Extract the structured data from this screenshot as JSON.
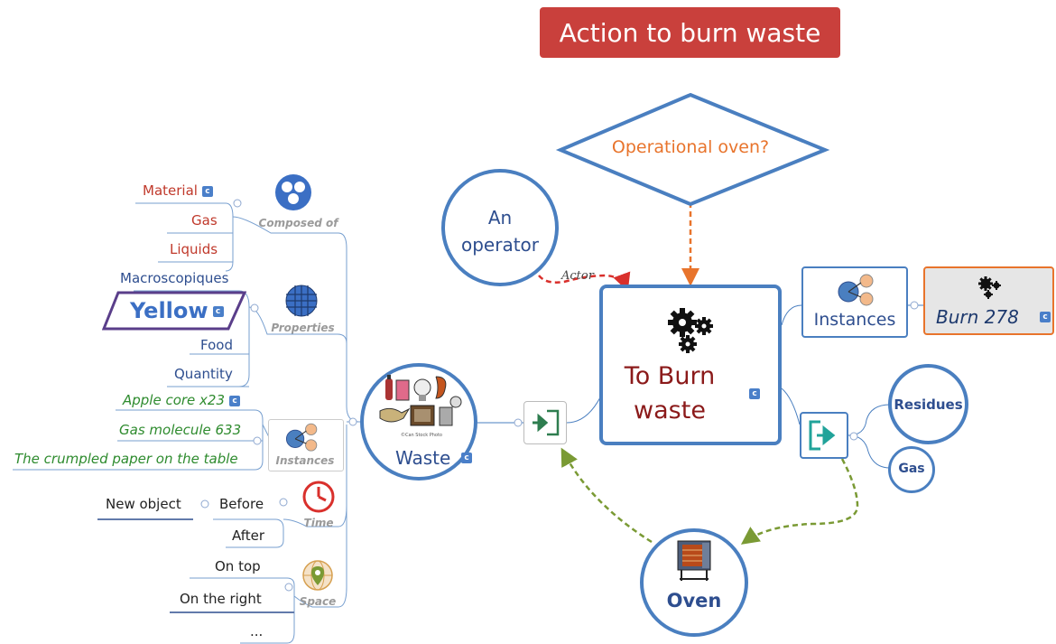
{
  "title": "Action to burn waste",
  "decision": "Operational oven?",
  "operator": {
    "line1": "An",
    "line2": "operator"
  },
  "actor_label": "Actor",
  "process": {
    "line1": "To Burn",
    "line2": "waste"
  },
  "instances_label": "Instances",
  "burn_instance": "Burn 278",
  "outputs": [
    "Residues",
    "Gas"
  ],
  "oven": "Oven",
  "waste": "Waste",
  "badge": "c",
  "photo_credit": "©Can Stock Photo",
  "categories": {
    "composed_of": "Composed of",
    "properties": "Properties",
    "instances": "Instances",
    "time": "Time",
    "space": "Space"
  },
  "composed_of_items": [
    "Material",
    "Gas",
    "Liquids"
  ],
  "properties_items": [
    "Macroscopiques",
    "Yellow",
    "Food",
    "Quantity"
  ],
  "instance_items": [
    "Apple core x23",
    "Gas molecule 633",
    "The crumpled paper on the table"
  ],
  "time_items": [
    "New object",
    "Before",
    "After"
  ],
  "space_items": [
    "On top",
    "On the right",
    "..."
  ],
  "colors": {
    "title_bg": "#c9403c",
    "node_border": "#4a7fc0",
    "decision_text": "#e8742c",
    "actor_arrow": "#d9302c",
    "flow_arrow": "#e8742c",
    "oven_arrow": "#7a9a34",
    "burn_bg": "#e6e6e6",
    "burn_border": "#e8742c"
  }
}
